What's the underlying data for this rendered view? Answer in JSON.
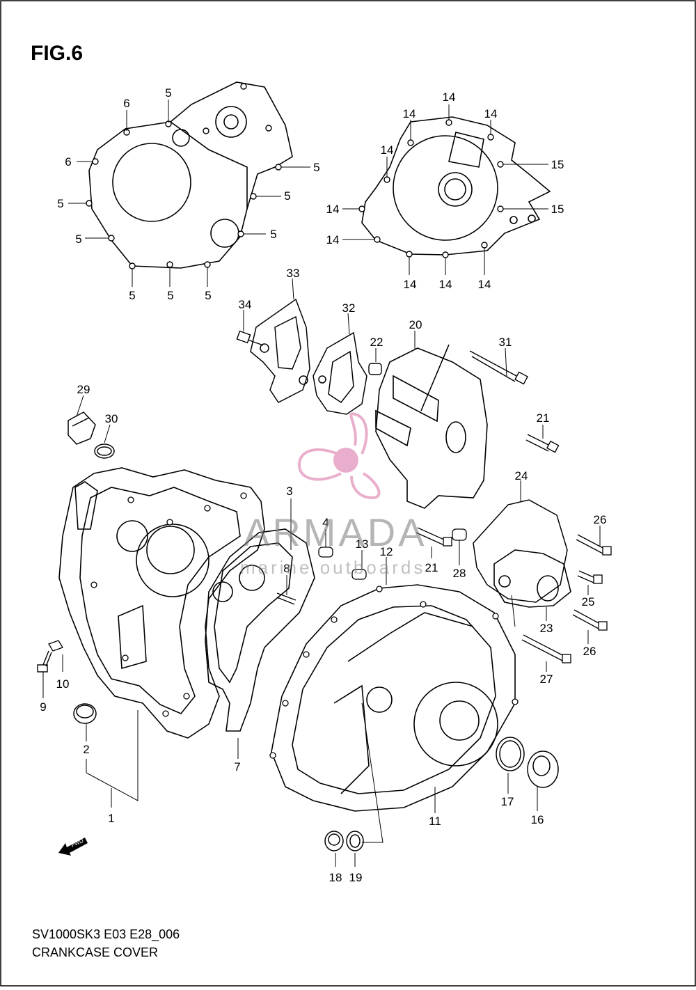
{
  "figure": {
    "title": "FIG.6",
    "footer_code": "SV1000SK3 E03 E28_006",
    "footer_name": "CRANKCASE COVER"
  },
  "watermark": {
    "brand": "ARMADA",
    "tagline": "marine outboards",
    "color": "#e8a6c8"
  },
  "fwd_label": "FWD",
  "callouts": [
    "1",
    "2",
    "3",
    "4",
    "5",
    "6",
    "7",
    "8",
    "9",
    "10",
    "11",
    "12",
    "13",
    "14",
    "15",
    "16",
    "17",
    "18",
    "19",
    "20",
    "21",
    "22",
    "23",
    "24",
    "25",
    "26",
    "27",
    "28",
    "29",
    "30",
    "31",
    "32",
    "33",
    "34"
  ]
}
